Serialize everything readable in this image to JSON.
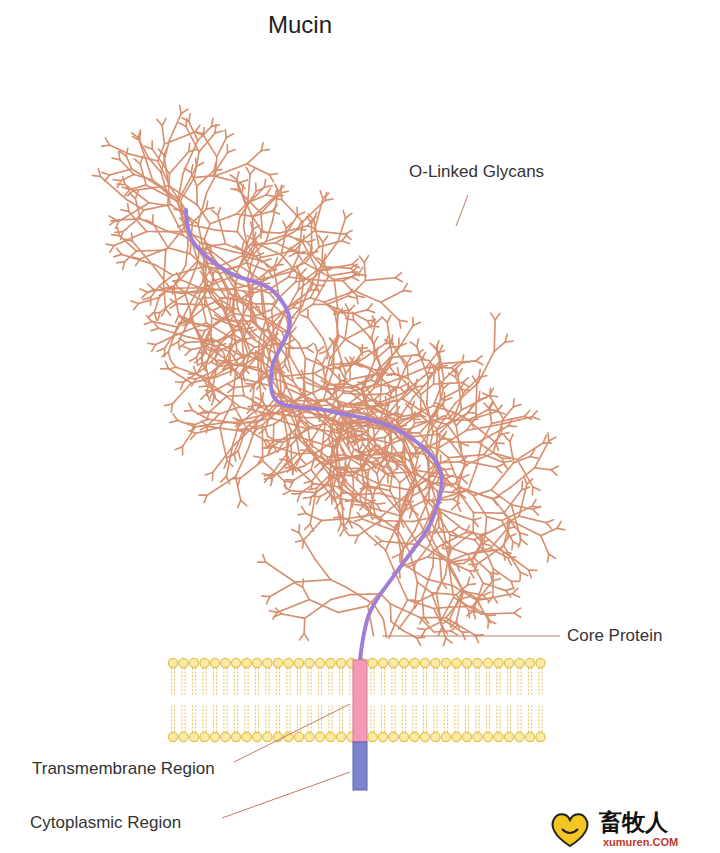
{
  "diagram": {
    "title": "Mucin",
    "labels": [
      "O-Linked Glycans",
      "Core Protein",
      "Transmembrane Region",
      "Cytoplasmic Region",
      "畜牧人",
      "xumuren.COM"
    ]
  }
}
